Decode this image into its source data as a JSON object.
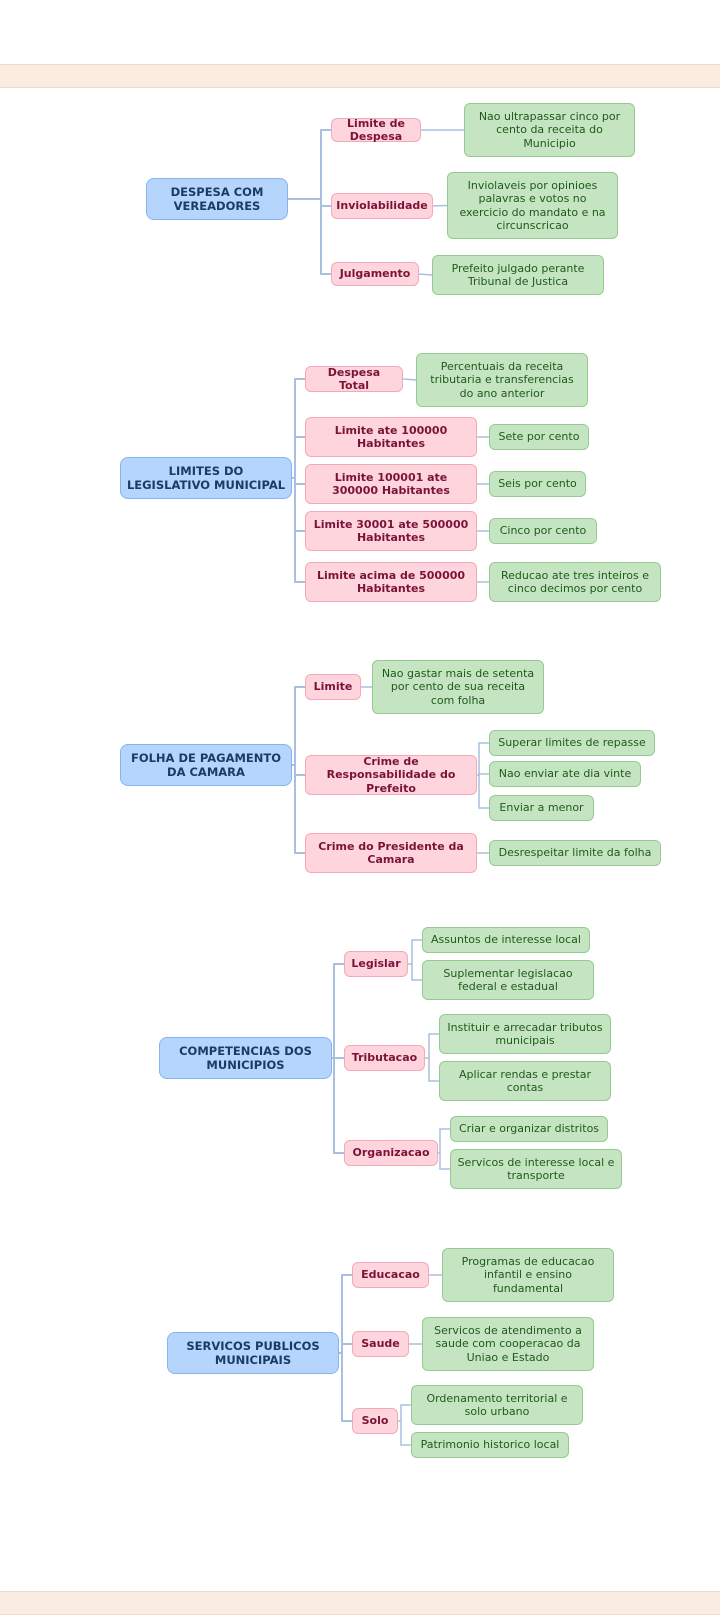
{
  "colors": {
    "root": "#b6d5fc",
    "branch": "#ffd5dd",
    "leaf": "#c5e5c2",
    "connector": "#a9bfe0"
  },
  "maps": [
    {
      "root": "DESPESA COM VEREADORES",
      "branches": [
        {
          "label": "Limite de Despesa",
          "leaves": [
            "Nao ultrapassar cinco por cento da receita do Municipio"
          ]
        },
        {
          "label": "Inviolabilidade",
          "leaves": [
            "Inviolaveis por opinioes palavras e votos no exercicio do mandato e na circunscricao"
          ]
        },
        {
          "label": "Julgamento",
          "leaves": [
            "Prefeito julgado perante Tribunal de Justica"
          ]
        }
      ]
    },
    {
      "root": "LIMITES DO LEGISLATIVO MUNICIPAL",
      "branches": [
        {
          "label": "Despesa Total",
          "leaves": [
            "Percentuais da receita tributaria e transferencias do ano anterior"
          ]
        },
        {
          "label": "Limite ate 100000 Habitantes",
          "leaves": [
            "Sete por cento"
          ]
        },
        {
          "label": "Limite 100001 ate 300000 Habitantes",
          "leaves": [
            "Seis por cento"
          ]
        },
        {
          "label": "Limite 30001 ate 500000 Habitantes",
          "leaves": [
            "Cinco por cento"
          ]
        },
        {
          "label": "Limite acima de 500000 Habitantes",
          "leaves": [
            "Reducao ate tres inteiros e cinco decimos por cento"
          ]
        }
      ]
    },
    {
      "root": "FOLHA DE PAGAMENTO DA CAMARA",
      "branches": [
        {
          "label": "Limite",
          "leaves": [
            "Nao gastar mais de setenta por cento de sua receita com folha"
          ]
        },
        {
          "label": "Crime de Responsabilidade do Prefeito",
          "leaves": [
            "Superar limites de repasse",
            "Nao enviar ate dia vinte",
            "Enviar a menor"
          ]
        },
        {
          "label": "Crime do Presidente da Camara",
          "leaves": [
            "Desrespeitar limite da folha"
          ]
        }
      ]
    },
    {
      "root": "COMPETENCIAS DOS MUNICIPIOS",
      "branches": [
        {
          "label": "Legislar",
          "leaves": [
            "Assuntos de interesse local",
            "Suplementar legislacao federal e estadual"
          ]
        },
        {
          "label": "Tributacao",
          "leaves": [
            "Instituir e arrecadar tributos municipais",
            "Aplicar rendas e prestar contas"
          ]
        },
        {
          "label": "Organizacao",
          "leaves": [
            "Criar e organizar distritos",
            "Servicos de interesse local e transporte"
          ]
        }
      ]
    },
    {
      "root": "SERVICOS PUBLICOS MUNICIPAIS",
      "branches": [
        {
          "label": "Educacao",
          "leaves": [
            "Programas de educacao infantil e ensino fundamental"
          ]
        },
        {
          "label": "Saude",
          "leaves": [
            "Servicos de atendimento a saude com cooperacao da Uniao e Estado"
          ]
        },
        {
          "label": "Solo",
          "leaves": [
            "Ordenamento territorial e solo urbano",
            "Patrimonio historico local"
          ]
        }
      ]
    }
  ]
}
